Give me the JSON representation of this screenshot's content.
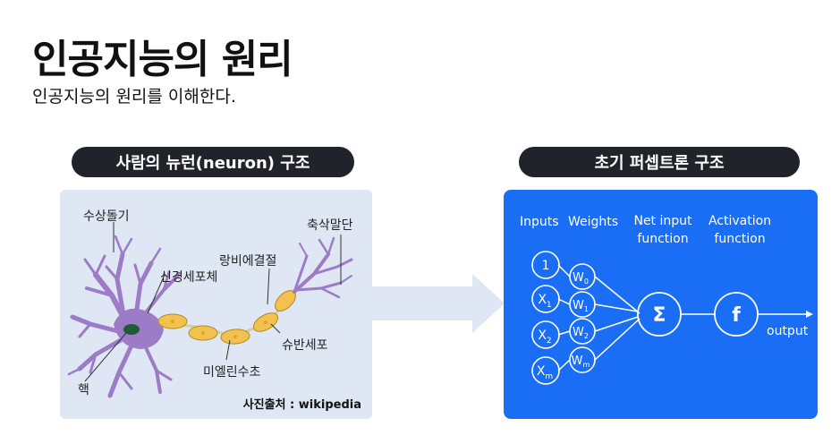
{
  "header": {
    "title": "인공지능의 원리",
    "subtitle": "인공지능의 원리를 이해한다."
  },
  "neuron_section": {
    "pill_label": "사람의 뉴런(neuron) 구조",
    "labels": {
      "dendrite": "수상돌기",
      "soma": "신경세포체",
      "nucleus": "핵",
      "node_of_ranvier": "랑비에결절",
      "axon_terminal": "축삭말단",
      "schwann_cell": "슈반세포",
      "myelin_sheath": "미엘린수초"
    },
    "credit": "사진출처 : wikipedia"
  },
  "perceptron_section": {
    "pill_label": "초기 퍼셉트론 구조",
    "headers": {
      "inputs": "Inputs",
      "weights": "Weights",
      "net_input_1": "Net input",
      "net_input_2": "function",
      "activation_1": "Activation",
      "activation_2": "function"
    },
    "inputs": [
      "1",
      "X",
      "X",
      "X"
    ],
    "input_subscripts": [
      "",
      "1",
      "2",
      "m"
    ],
    "weights": [
      "W",
      "W",
      "W",
      "W"
    ],
    "weight_subscripts": [
      "0",
      "1",
      "2",
      "m"
    ],
    "sum_symbol": "Σ",
    "activation_symbol": "f",
    "output_label": "output"
  },
  "colors": {
    "pill_bg": "#20242a",
    "panel_left_bg": "#dfe6f4",
    "panel_right_bg": "#1a6ef5",
    "neuron_purple": "#9c7cc6",
    "myelin_yellow": "#f2c14e",
    "nucleus_green": "#1f5b35",
    "arrow_bg": "#dfe6f4"
  }
}
